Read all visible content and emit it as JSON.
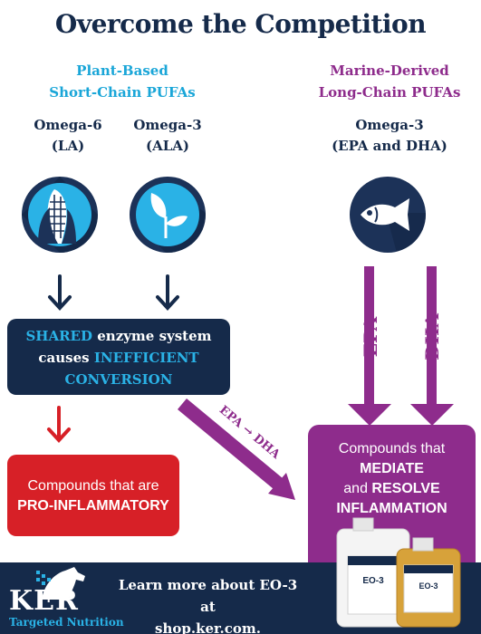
{
  "title": "Overcome the Competition",
  "left_header": {
    "line1": "Plant-Based",
    "line2": "Short-Chain PUFAs"
  },
  "right_header": {
    "line1": "Marine-Derived",
    "line2": "Long-Chain PUFAs"
  },
  "sources": [
    {
      "line1": "Omega-6",
      "line2": "(LA)",
      "icon": "corn-icon"
    },
    {
      "line1": "Omega-3",
      "line2": "(ALA)",
      "icon": "leaf-icon"
    },
    {
      "line1": "Omega-3",
      "line2": "(EPA and DHA)",
      "icon": "fish-icon"
    }
  ],
  "enzyme_box": {
    "shared": "SHARED",
    "text1": "enzyme system",
    "causes": "causes",
    "inefficient": "INEFFICIENT",
    "conversion": "CONVERSION"
  },
  "conversion_label": "EPA → DHA",
  "marine_arrows": [
    "EPA",
    "DHA"
  ],
  "pro_box": {
    "line1": "Compounds that are",
    "line2": "PRO-INFLAMMATORY"
  },
  "mediate_box": {
    "line1": "Compounds that",
    "line2": "MEDIATE",
    "line3_prefix": "and ",
    "line3_bold": "RESOLVE",
    "line4": "INFLAMMATION"
  },
  "footer": {
    "logo": "KER",
    "logo_sub": "Targeted Nutrition",
    "learn_line1": "Learn more about EO-3 at",
    "learn_line2": "shop.ker.com."
  },
  "product_label": "EO-3",
  "colors": {
    "navy": "#152a4a",
    "cyan": "#1aa6d8",
    "purple": "#8e2c8c",
    "red": "#d72027"
  }
}
